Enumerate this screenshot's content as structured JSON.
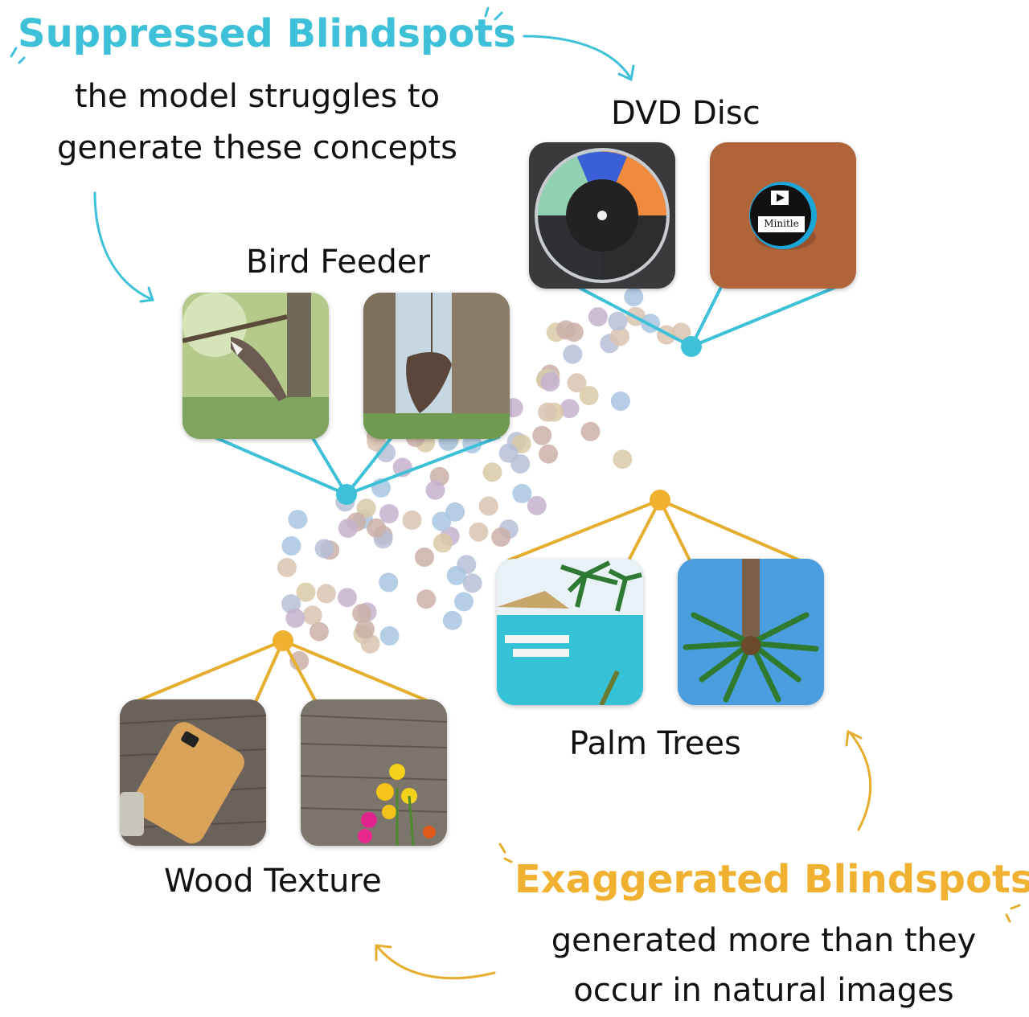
{
  "colors": {
    "suppressed": "#3ec1d8",
    "exaggerated": "#f0b030",
    "dot_palette": [
      "#b7bfd6",
      "#d8c3b0",
      "#a9c6e0",
      "#cbb0a8",
      "#c4b3cf",
      "#d9c9a6"
    ]
  },
  "suppressed": {
    "title": "Suppressed Blindspots",
    "line1": "the model struggles to",
    "line2": "generate these concepts"
  },
  "exaggerated": {
    "title": "Exaggerated Blindspots",
    "line1": "generated more than they",
    "line2": "occur in natural images"
  },
  "concepts": {
    "dvd": {
      "label": "DVD Disc",
      "type": "suppressed",
      "disc_text": "Minitle"
    },
    "bird": {
      "label": "Bird Feeder",
      "type": "suppressed"
    },
    "palm": {
      "label": "Palm Trees",
      "type": "exaggerated"
    },
    "wood": {
      "label": "Wood Texture",
      "type": "exaggerated"
    }
  },
  "icons": [
    "arrow-icon",
    "cluster-node-icon",
    "scatter-dot-icon"
  ]
}
